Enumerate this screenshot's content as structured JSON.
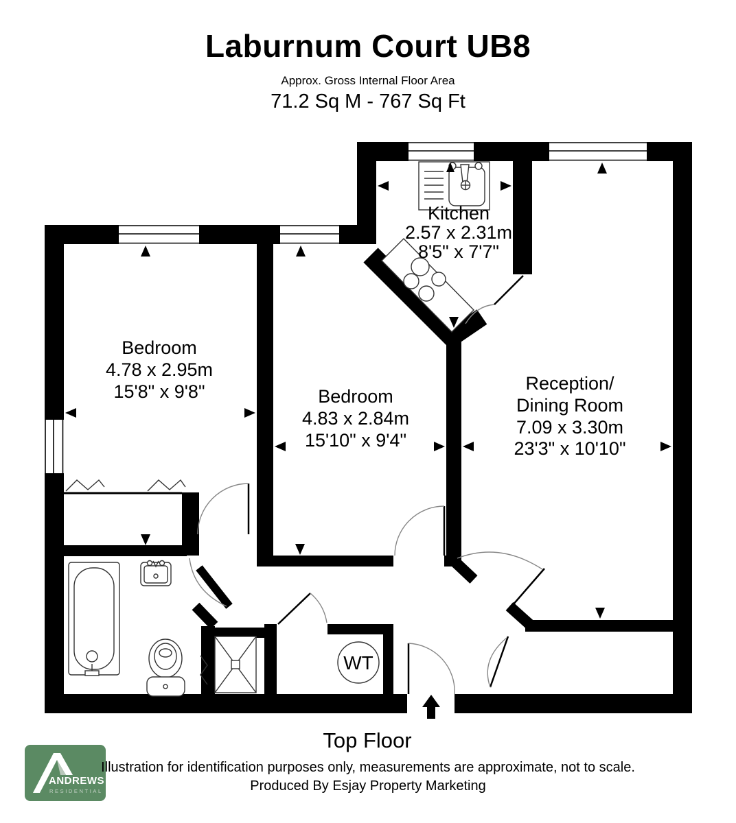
{
  "header": {
    "title": "Laburnum Court UB8",
    "subtitle": "Approx. Gross Internal Floor Area",
    "area": "71.2 Sq M - 767 Sq Ft"
  },
  "rooms": {
    "kitchen": {
      "name": "Kitchen",
      "metric": "2.57 x 2.31m",
      "imperial": "8'5\" x 7'7\""
    },
    "bedroom1": {
      "name": "Bedroom",
      "metric": "4.78 x 2.95m",
      "imperial": "15'8\" x 9'8\""
    },
    "bedroom2": {
      "name": "Bedroom",
      "metric": "4.83 x 2.84m",
      "imperial": "15'10\" x 9'4\""
    },
    "reception": {
      "name_line1": "Reception/",
      "name_line2": "Dining Room",
      "metric": "7.09 x 3.30m",
      "imperial": "23'3\" x 10'10\""
    }
  },
  "labels": {
    "closet": "WT",
    "floor": "Top Floor"
  },
  "logo": {
    "brand": "ANDREWS",
    "subtext": "RESIDENTIAL",
    "green": "#5b8a63"
  },
  "footer": {
    "disclaimer": "Illustration for identification purposes only, measurements are approximate, not to scale.",
    "producer": "Produced By Esjay Property Marketing"
  },
  "colors": {
    "walls": "#000000",
    "background": "#ffffff",
    "door_arcs": "#888888"
  }
}
